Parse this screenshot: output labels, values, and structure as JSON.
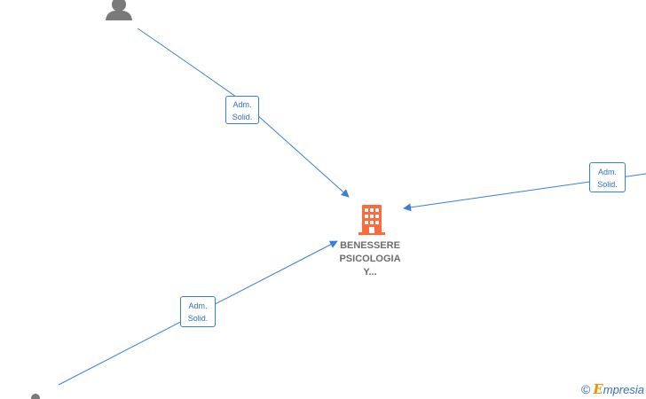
{
  "center_node": {
    "icon": "building-icon",
    "label_lines": [
      "BENESSERE",
      "PSICOLOGIA",
      "Y..."
    ],
    "color": "#ff6a3d"
  },
  "person_nodes": [
    {
      "icon": "person-icon",
      "color": "#7a7a7a"
    },
    {
      "icon": "person-icon",
      "color": "#7a7a7a"
    }
  ],
  "edges": [
    {
      "label_line1": "Adm.",
      "label_line2": "Solid."
    },
    {
      "label_line1": "Adm.",
      "label_line2": "Solid."
    },
    {
      "label_line1": "Adm.",
      "label_line2": "Solid."
    }
  ],
  "edge_color": "#3a7fd5",
  "watermark": {
    "copyright": "©",
    "brand_initial": "E",
    "brand_rest": "mpresia"
  }
}
